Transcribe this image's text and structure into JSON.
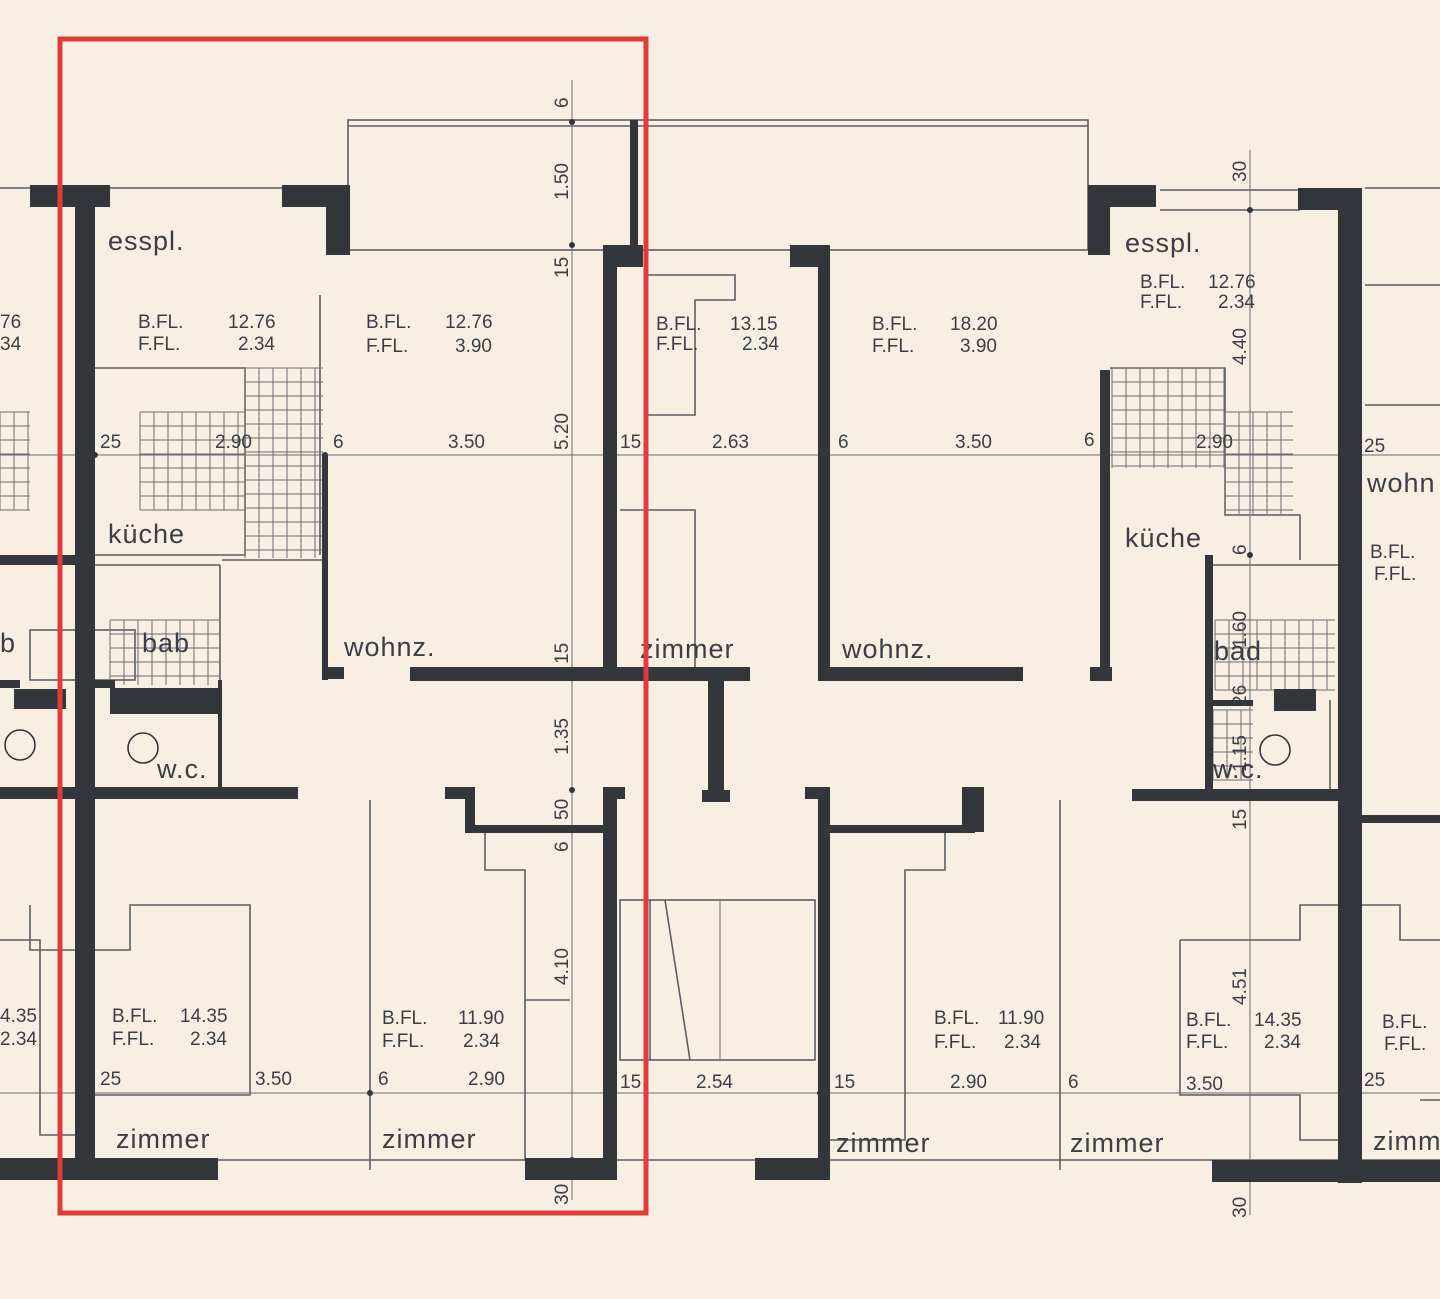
{
  "colors": {
    "paper": "#f8efe3",
    "wall": "#33373b",
    "line": "#5b5f63",
    "highlight": "#e03c3c"
  },
  "rooms": {
    "esspl_left": "esspl.",
    "esspl_right": "esspl.",
    "kueche_left": "küche",
    "kueche_right": "küche",
    "bad_left": "bab",
    "bad_right": "bad",
    "bad_edge": "b",
    "wc_left": "w.c.",
    "wc_right": "w.c.",
    "wohnz_left": "wohnz.",
    "wohnz_right": "wohnz.",
    "wohn_edge": "wohn",
    "zimmer_mid_top": "zimmer",
    "zimmer_1": "zimmer",
    "zimmer_2": "zimmer",
    "zimmer_3": "zimmer",
    "zimmer_4": "zimmer",
    "zimmer_edge": "zimm"
  },
  "areas": {
    "label_bfl": "B.FL.",
    "label_ffl": "F.FL.",
    "esspl_l_bfl": "12.76",
    "esspl_l_ffl": "2.34",
    "wohnz_l_bfl": "12.76",
    "wohnz_l_ffl": "3.90",
    "zimmer_mt_bfl": "13.15",
    "zimmer_mt_ffl": "2.34",
    "wohnz_r_bfl": "18.20",
    "wohnz_r_ffl": "3.90",
    "esspl_r_bfl": "12.76",
    "esspl_r_ffl": "2.34",
    "zimmer1_bfl": "14.35",
    "zimmer1_ffl": "2.34",
    "zimmer2_bfl": "11.90",
    "zimmer2_ffl": "2.34",
    "zimmer3_bfl": "11.90",
    "zimmer3_ffl": "2.34",
    "zimmer4_bfl": "14.35",
    "zimmer4_ffl": "2.34",
    "edge_left_bfl": "76",
    "edge_left_ffl": "34",
    "edge_left2_bfl": "4.35",
    "edge_left2_ffl": "2.34"
  },
  "dimensions": {
    "w_25_top": "25",
    "w_290_top": "2.90",
    "w_6_a": "6",
    "w_350_a": "3.50",
    "w_15_a": "15",
    "w_263": "2.63",
    "w_6_b": "6",
    "w_350_b": "3.50",
    "w_6_c": "6",
    "w_290_b": "2.90",
    "w_25_edge": "25",
    "w_25_bot": "25",
    "w_350_c": "3.50",
    "w_6_d": "6",
    "w_290_c": "2.90",
    "w_15_b": "15",
    "w_254": "2.54",
    "w_15_c": "15",
    "w_290_d": "2.90",
    "w_6_e": "6",
    "w_350_d": "3.50",
    "w_25_bot_edge": "25",
    "v_6_top": "6",
    "v_150": "1.50",
    "v_15_a": "15",
    "v_520": "5.20",
    "v_15_b": "15",
    "v_135": "1.35",
    "v_50": "50",
    "v_6_b": "6",
    "v_410": "4.10",
    "v_30_bot": "30",
    "v_30_r_top": "30",
    "v_440": "4.40",
    "v_6_r": "6",
    "v_160": "1.60",
    "v_26": "26",
    "v_115": "1.15",
    "v_15_r": "15",
    "v_451": "4.51",
    "v_30_r_bot": "30"
  }
}
